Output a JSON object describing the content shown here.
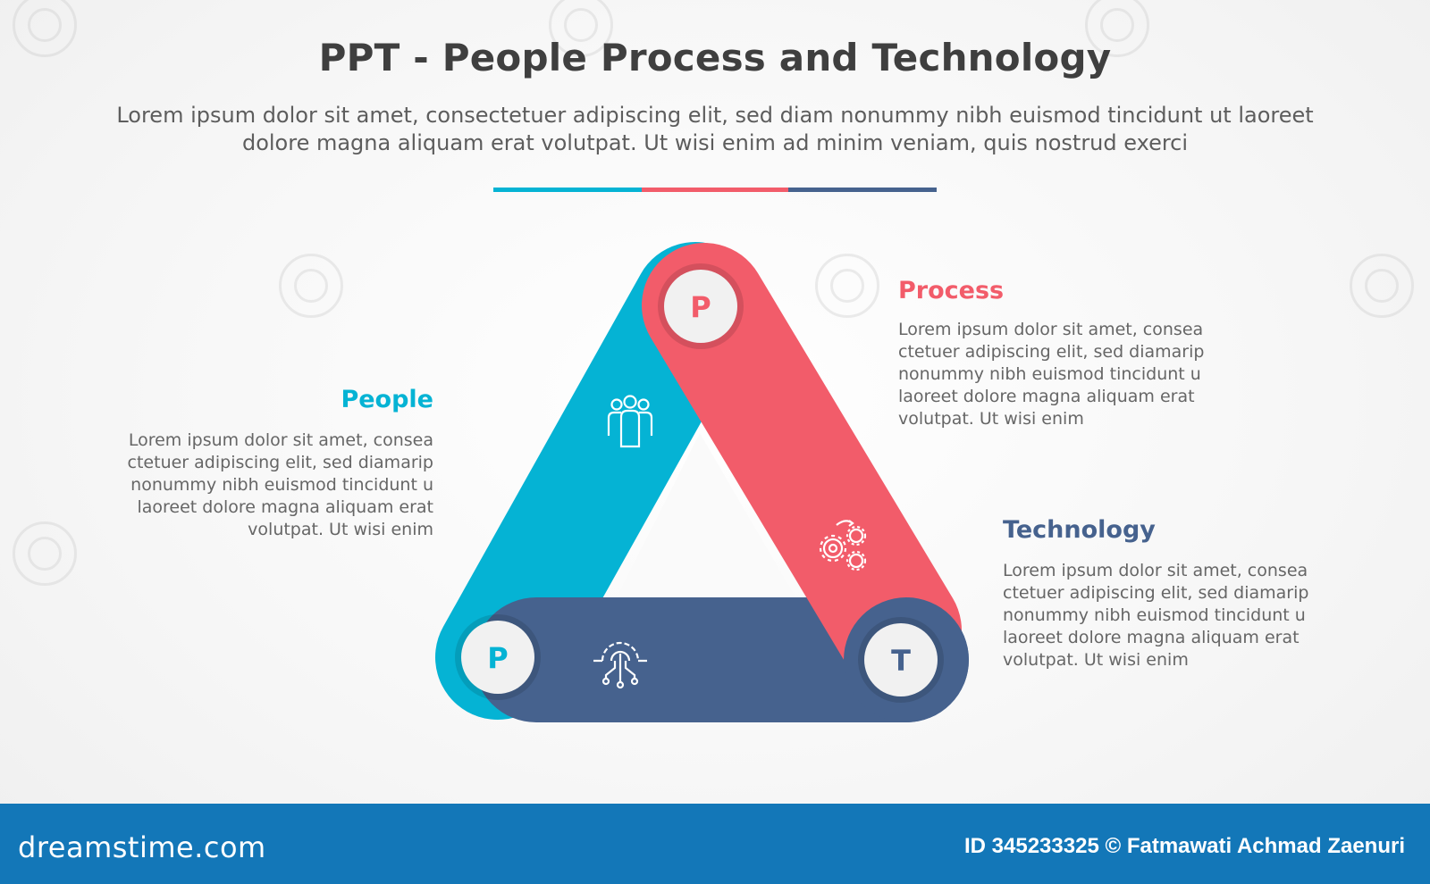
{
  "title": "PPT - People Process and Technology",
  "subtitle": "Lorem ipsum dolor sit amet, consectetuer adipiscing elit, sed diam nonummy nibh euismod tincidunt ut laoreet dolore magna aliquam erat volutpat. Ut wisi enim ad minim veniam, quis nostrud exerci",
  "colors": {
    "people": "#05b3d4",
    "process": "#f25c6a",
    "technology": "#46628e",
    "badge_fill": "#f1f1f1",
    "footer": "#1377b8"
  },
  "divider": [
    "#05b3d4",
    "#f25c6a",
    "#46628e"
  ],
  "people": {
    "label": "People",
    "badge": "P",
    "icon": "people-group-icon",
    "text": "Lorem ipsum dolor sit amet, consea\nctetuer adipiscing elit, sed diamarip\nnonummy nibh euismod tincidunt u\nlaoreet dolore magna aliquam erat\nvolutpat. Ut wisi enim"
  },
  "process": {
    "label": "Process",
    "badge": "P",
    "icon": "gears-cycle-icon",
    "text": "Lorem ipsum dolor sit amet, consea\nctetuer adipiscing elit, sed diamarip\nnonummy nibh euismod tincidunt u\nlaoreet dolore magna aliquam erat\nvolutpat. Ut wisi enim"
  },
  "technology": {
    "label": "Technology",
    "badge": "T",
    "icon": "circuit-gear-icon",
    "text": "Lorem ipsum dolor sit amet, consea\nctetuer adipiscing elit, sed diamarip\nnonummy nibh euismod tincidunt u\nlaoreet dolore magna aliquam erat\nvolutpat. Ut wisi enim"
  },
  "footer": {
    "brand": "dreamstime.com",
    "credit": "ID 345233325 © Fatmawati  Achmad Zaenuri"
  }
}
